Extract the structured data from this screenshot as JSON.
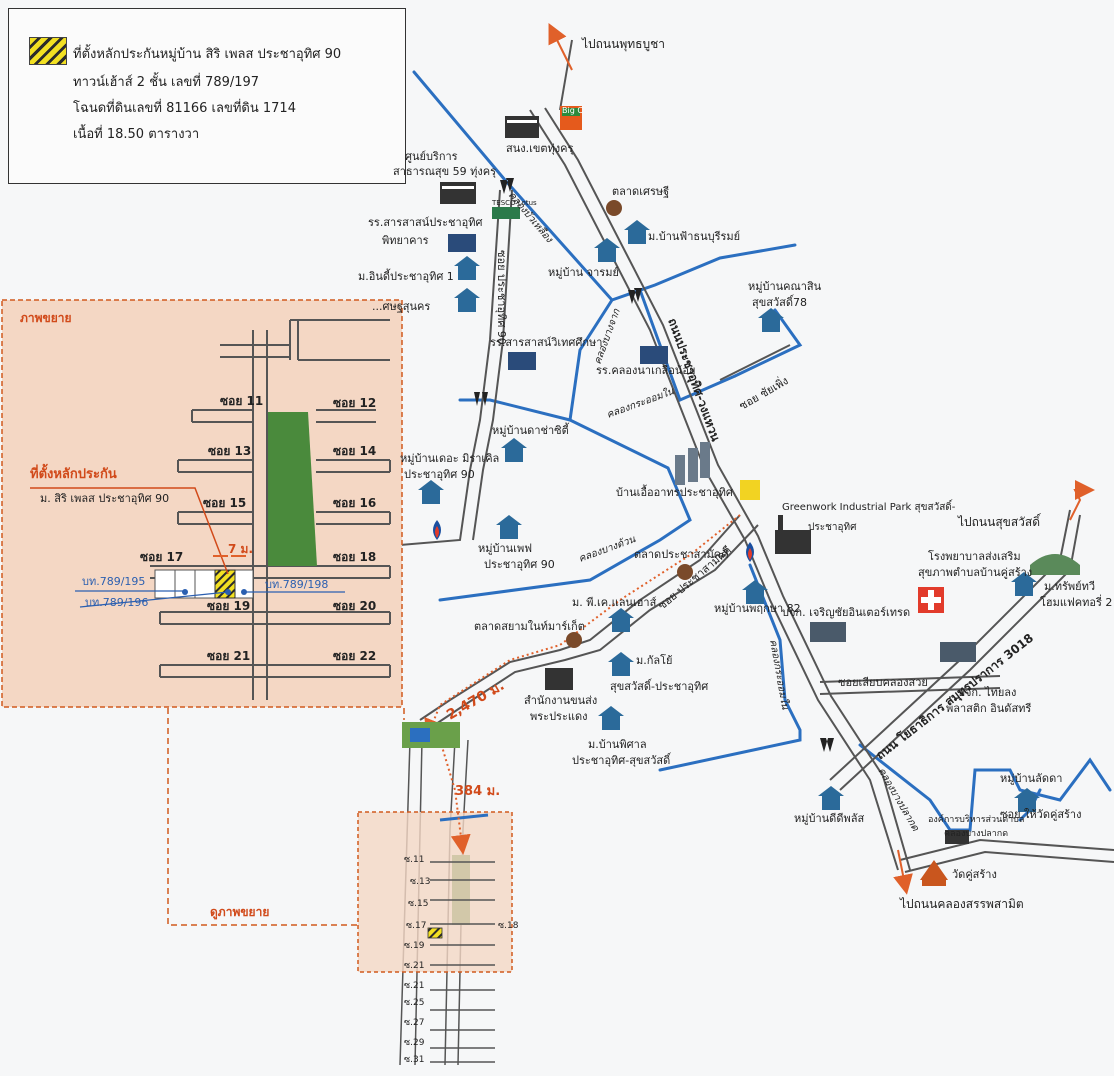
{
  "legend": {
    "line1": "ที่ตั้งหลักประกันหมู่บ้าน  สิริ เพลส ประชาอุทิศ 90",
    "line2": "ทาวน์เฮ้าส์ 2 ชั้น เลขที่ 789/197",
    "line3": "โฉนดที่ดินเลขที่ 81166 เลขที่ดิน 1714",
    "line4": "เนื้อที่ 18.50 ตารางวา"
  },
  "inset": {
    "title": "ภาพขยาย",
    "collateral_title": "ที่ตั้งหลักประกัน",
    "village": "ม. สิริ เพลส ประชาอุทิศ 90",
    "distance": "7 ม.",
    "plots": [
      "บท.789/195",
      "บท.789/196",
      "บท.789/198"
    ],
    "sois": [
      "ซอย 11",
      "ซอย 12",
      "ซอย 13",
      "ซอย 14",
      "ซอย 15",
      "ซอย 16",
      "ซอย 17",
      "ซอย 18",
      "ซอย 19",
      "ซอย 20",
      "ซอย 21",
      "ซอย 22"
    ]
  },
  "small_inset": {
    "title": "ดูภาพขยาย",
    "distance": "384 ม.",
    "sois_left": [
      "ซ.11",
      "ซ.13",
      "ซ.15",
      "ซ.17",
      "ซ.19",
      "ซ.21",
      "ซ.21",
      "ซ.25",
      "ซ.27",
      "ซ.29",
      "ซ.31"
    ],
    "soi_right": "ซ.18"
  },
  "directions": {
    "north": "ไปถนนพุทธบูชา",
    "east": "ไปถนนสุขสวัสดิ์",
    "south": "ไปถนนคลองสรรพสามิต"
  },
  "roads": {
    "main": "ถนนประชาอุทิศ-วงแหวน",
    "pracha90": "ซอย ประชาอุทิศ 90",
    "soi_saminthi": "ซอย ประชาสามัคคี",
    "soi_chaiyaphet": "ซอย ชัยเพิ่ง",
    "kanchana": "ถนน โยธาธิการ สมุทรปราการ 3018",
    "soi_liap": "ซอยเลียบคลองสวย",
    "soi_khu": "ซอย ให้วัดคู่สร้าง",
    "distance_main": "2,470 ม."
  },
  "canals": {
    "c1": "คลองบัวเหลือง",
    "c2": "คลองบางจาก",
    "c3": "คลองกระออมใน",
    "c4": "คลองบางด้วน",
    "c5": "คลองกระออมใน",
    "c6": "คลองบางปลากด"
  },
  "places": {
    "bigc": "Big C",
    "tesco": "TESCO Lotus",
    "p_office": "สนง.เขตทุ่งครุ",
    "p_health1": "ศูนย์บริการ",
    "p_health2": "สาธารณสุข 59 ทุ่งครุ",
    "p_market1": "ตลาดเศรษฐี",
    "p_school1a": "รร.สารสาสน์ประชาอุทิศ",
    "p_school1b": "พิทยาคาร",
    "p_v1": "ม.บ้านฟ้าธนบุรีรมย์",
    "p_v2": "ม.อินดี้ประชาอุทิศ 1",
    "p_v3": "หมู่บ้าน จารมย์",
    "p_v4": "...ศษฐสุนคร",
    "p_v5a": "หมู่บ้านคณาสิน",
    "p_v5b": "สุขสวัสดิ์78",
    "p_school2": "รร.สารสาสน์วิเทศศึกษา",
    "p_school3": "รร.คลองนาเกลือน้อย",
    "p_v6": "หมู่บ้านดาช่าซิตี้",
    "p_v7a": "หมู่บ้านเดอะ มิราเคิล",
    "p_v7b": "ประชาอุทิศ 90",
    "p_cond": "บ้านเอื้ออาทรประชาอุทิศ",
    "p_green1": "Greenwork Industrial Park สุขสวัสดิ์-",
    "p_green2": "ประชาอุทิศ",
    "p_v8a": "หมู่บ้านเพฟ",
    "p_v8b": "ประชาอุทิศ 90",
    "p_market2": "ตลาดประชาสามัคคี",
    "p_v9": "ม. พี.เค.แลนเฮาส์",
    "p_market3": "ตลาดสยามในท์มาร์เก็ต",
    "p_v10": "หมู่บ้านพฤกษา 82",
    "p_comp": "บจก. เจริญชัยอินเตอร์เทรด",
    "p_hosp1": "โรงพยาบาลส่งเสริม",
    "p_hosp2": "สุขภาพตำบลบ้านคู่สร้าง",
    "p_v11a": "ม.ทรัพย์ทวี",
    "p_v11b": "โฮมแฟคทอรี่ 2",
    "p_v12a": "ม.กัลโย้",
    "p_v12b": "สุขสวัสดิ์-ประชาอุทิศ",
    "p_office2a": "สำนักงานขนส่ง",
    "p_office2b": "พระประแดง",
    "p_comp2a": "บจก. ไทยลง",
    "p_comp2b": "พลาสติก อินดัสทรี",
    "p_v13a": "ม.บ้านพิศาล",
    "p_v13b": "ประชาอุทิศ-สุขสวัสดิ์",
    "p_v14": "หมู่บ้านดีดีพลัส",
    "p_v15": "หมู่บ้านลัดดา",
    "p_obt1": "องค์การบริหารส่วนตำบล",
    "p_obt2": "คลองบางปลากด",
    "p_temple": "วัดคู่สร้าง"
  },
  "colors": {
    "road": "#555555",
    "canal": "#2b6fc0",
    "inset_fill": "#f4d7c4",
    "inset_border": "#d15a1e",
    "green_block": "#4a8a3c"
  }
}
